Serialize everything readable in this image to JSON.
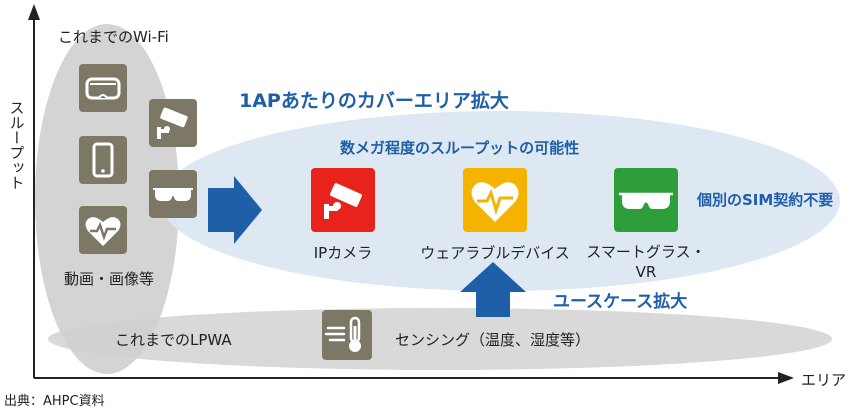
{
  "axes": {
    "y_label": "スループット",
    "x_label": "エリア"
  },
  "wifi_group": {
    "title": "これまでのWi-Fi",
    "caption": "動画・画像等",
    "icons": [
      "vr-headset-icon",
      "security-camera-icon",
      "smartphone-icon",
      "smart-glasses-icon",
      "heart-monitor-icon"
    ]
  },
  "coverage": {
    "headline": "1APあたりのカバーエリア拡大",
    "subtitle": "数メガ程度のスループットの可能性",
    "apps": [
      {
        "label": "IPカメラ",
        "icon": "ip-camera-icon",
        "color": "#e8231c"
      },
      {
        "label": "ウェアラブルデバイス",
        "icon": "wearable-heart-icon",
        "color": "#f5b300"
      },
      {
        "label": "スマートグラス・\nVR",
        "icon": "smart-glasses-icon",
        "color": "#2e9e3a"
      }
    ],
    "sim_note": "個別のSIM契約不要"
  },
  "use_case": {
    "label": "ユースケース拡大"
  },
  "lpwa_group": {
    "title": "これまでのLPWA",
    "sensing_label": "センシング（温度、湿度等）",
    "sensing_icon": "thermometer-wind-icon"
  },
  "source": "出典：AHPC資料",
  "colors": {
    "accent_blue": "#1f5fa8",
    "ellipse_blue": "#dbe6f2",
    "gray_ellipse": "#d9d9d9",
    "tile_brown": "#7d7766"
  }
}
